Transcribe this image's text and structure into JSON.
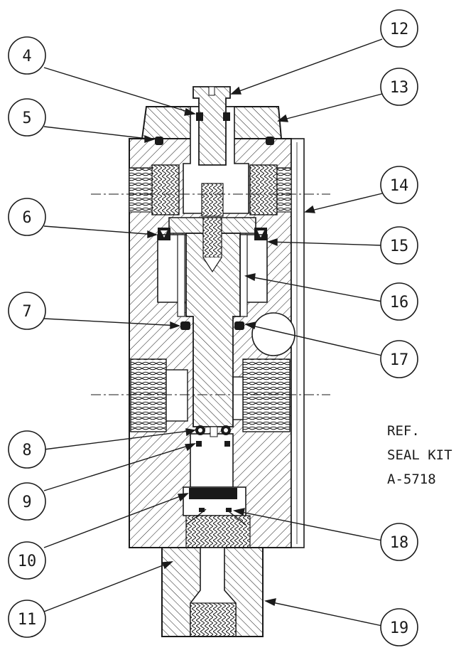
{
  "callouts": [
    {
      "id": "4",
      "label": "4"
    },
    {
      "id": "5",
      "label": "5"
    },
    {
      "id": "6",
      "label": "6"
    },
    {
      "id": "7",
      "label": "7"
    },
    {
      "id": "8",
      "label": "8"
    },
    {
      "id": "9",
      "label": "9"
    },
    {
      "id": "10",
      "label": "10"
    },
    {
      "id": "11",
      "label": "11"
    },
    {
      "id": "12",
      "label": "12"
    },
    {
      "id": "13",
      "label": "13"
    },
    {
      "id": "14",
      "label": "14"
    },
    {
      "id": "15",
      "label": "15"
    },
    {
      "id": "16",
      "label": "16"
    },
    {
      "id": "17",
      "label": "17"
    },
    {
      "id": "18",
      "label": "18"
    },
    {
      "id": "19",
      "label": "19"
    }
  ],
  "reference": {
    "line1": "REF.",
    "line2": "SEAL KIT",
    "line3": "A-5718"
  },
  "colors": {
    "ink": "#1a1a1a",
    "paper": "#ffffff"
  }
}
